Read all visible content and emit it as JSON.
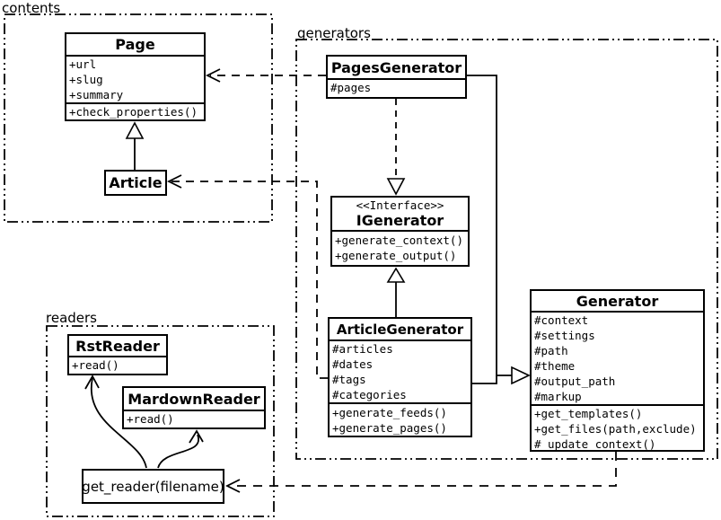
{
  "diagram": {
    "packages": {
      "contents": {
        "label": "contents"
      },
      "generators": {
        "label": "generators"
      },
      "readers": {
        "label": "readers"
      }
    },
    "classes": {
      "page": {
        "name": "Page",
        "attributes": [
          "+url",
          "+slug",
          "+summary"
        ],
        "methods": [
          "+check_properties()"
        ]
      },
      "article": {
        "name": "Article"
      },
      "pages_generator": {
        "name": "PagesGenerator",
        "attributes": [
          "#pages"
        ]
      },
      "igenerator": {
        "stereotype": "<<Interface>>",
        "name": "IGenerator",
        "methods": [
          "+generate_context()",
          "+generate_output()"
        ]
      },
      "article_generator": {
        "name": "ArticleGenerator",
        "attributes": [
          "#articles",
          "#dates",
          "#tags",
          "#categories"
        ],
        "methods": [
          "+generate_feeds()",
          "+generate_pages()"
        ]
      },
      "generator": {
        "name": "Generator",
        "attributes": [
          "#context",
          "#settings",
          "#path",
          "#theme",
          "#output_path",
          "#markup"
        ],
        "methods": [
          "+get_templates()",
          "+get_files(path,exclude)",
          "#_update_context()"
        ]
      },
      "rst_reader": {
        "name": "RstReader",
        "methods": [
          "+read()"
        ]
      },
      "mardown_reader": {
        "name": "MardownReader",
        "methods": [
          "+read()"
        ]
      },
      "get_reader": {
        "name": "get_reader(filename)"
      }
    },
    "colors": {
      "line": "#000000",
      "background": "#ffffff",
      "box_fill": "#ffffff"
    }
  }
}
